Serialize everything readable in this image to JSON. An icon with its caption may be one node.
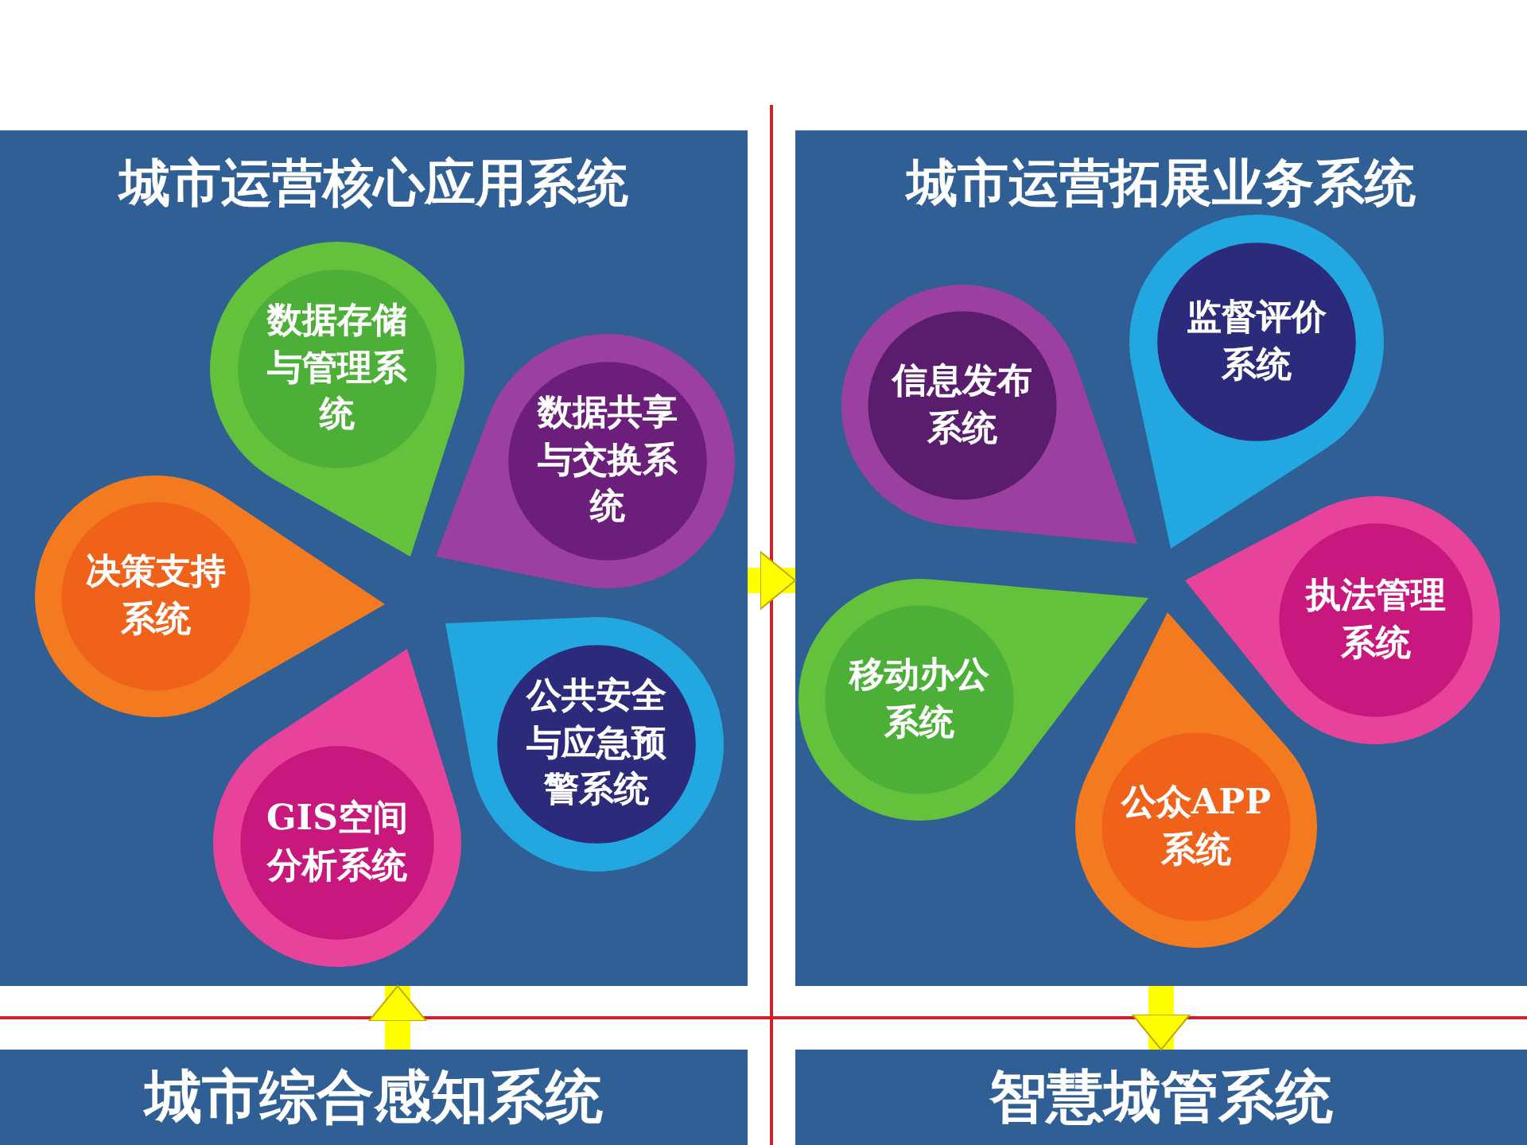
{
  "diagram": {
    "nodes": [
      {
        "text": [
          "城市运营核心应用系统"
        ]
      },
      {
        "text": [
          "数据存储与管理系统"
        ],
        "in": 0
      },
      {
        "text": [
          "数据共享与交换系统"
        ],
        "in": 0
      },
      {
        "text": [
          "决策支持系统"
        ],
        "in": 0
      },
      {
        "text": [
          "公共安全与应急预警系统"
        ],
        "in": 0
      },
      {
        "text": [
          "GIS空间分析系统"
        ],
        "in": 0
      },
      {
        "text": [
          "城市运营拓展业务系统"
        ]
      },
      {
        "text": [
          "信息发布系统"
        ],
        "in": 6
      },
      {
        "text": [
          "监督评价系统"
        ],
        "in": 6
      },
      {
        "text": [
          "执法管理系统"
        ],
        "in": 6
      },
      {
        "text": [
          "移动办公系统"
        ],
        "in": 6
      },
      {
        "text": [
          "公众APP系统"
        ],
        "in": 6
      },
      {
        "text": [
          "城市综合感知系统"
        ]
      },
      {
        "text": [
          "智慧城管系统"
        ]
      }
    ],
    "edges": [
      {
        "from": 12,
        "to": 0,
        "arrow": "to"
      },
      {
        "from": 0,
        "to": 6,
        "arrow": "to"
      },
      {
        "from": 6,
        "to": 13,
        "arrow": "to"
      }
    ]
  }
}
